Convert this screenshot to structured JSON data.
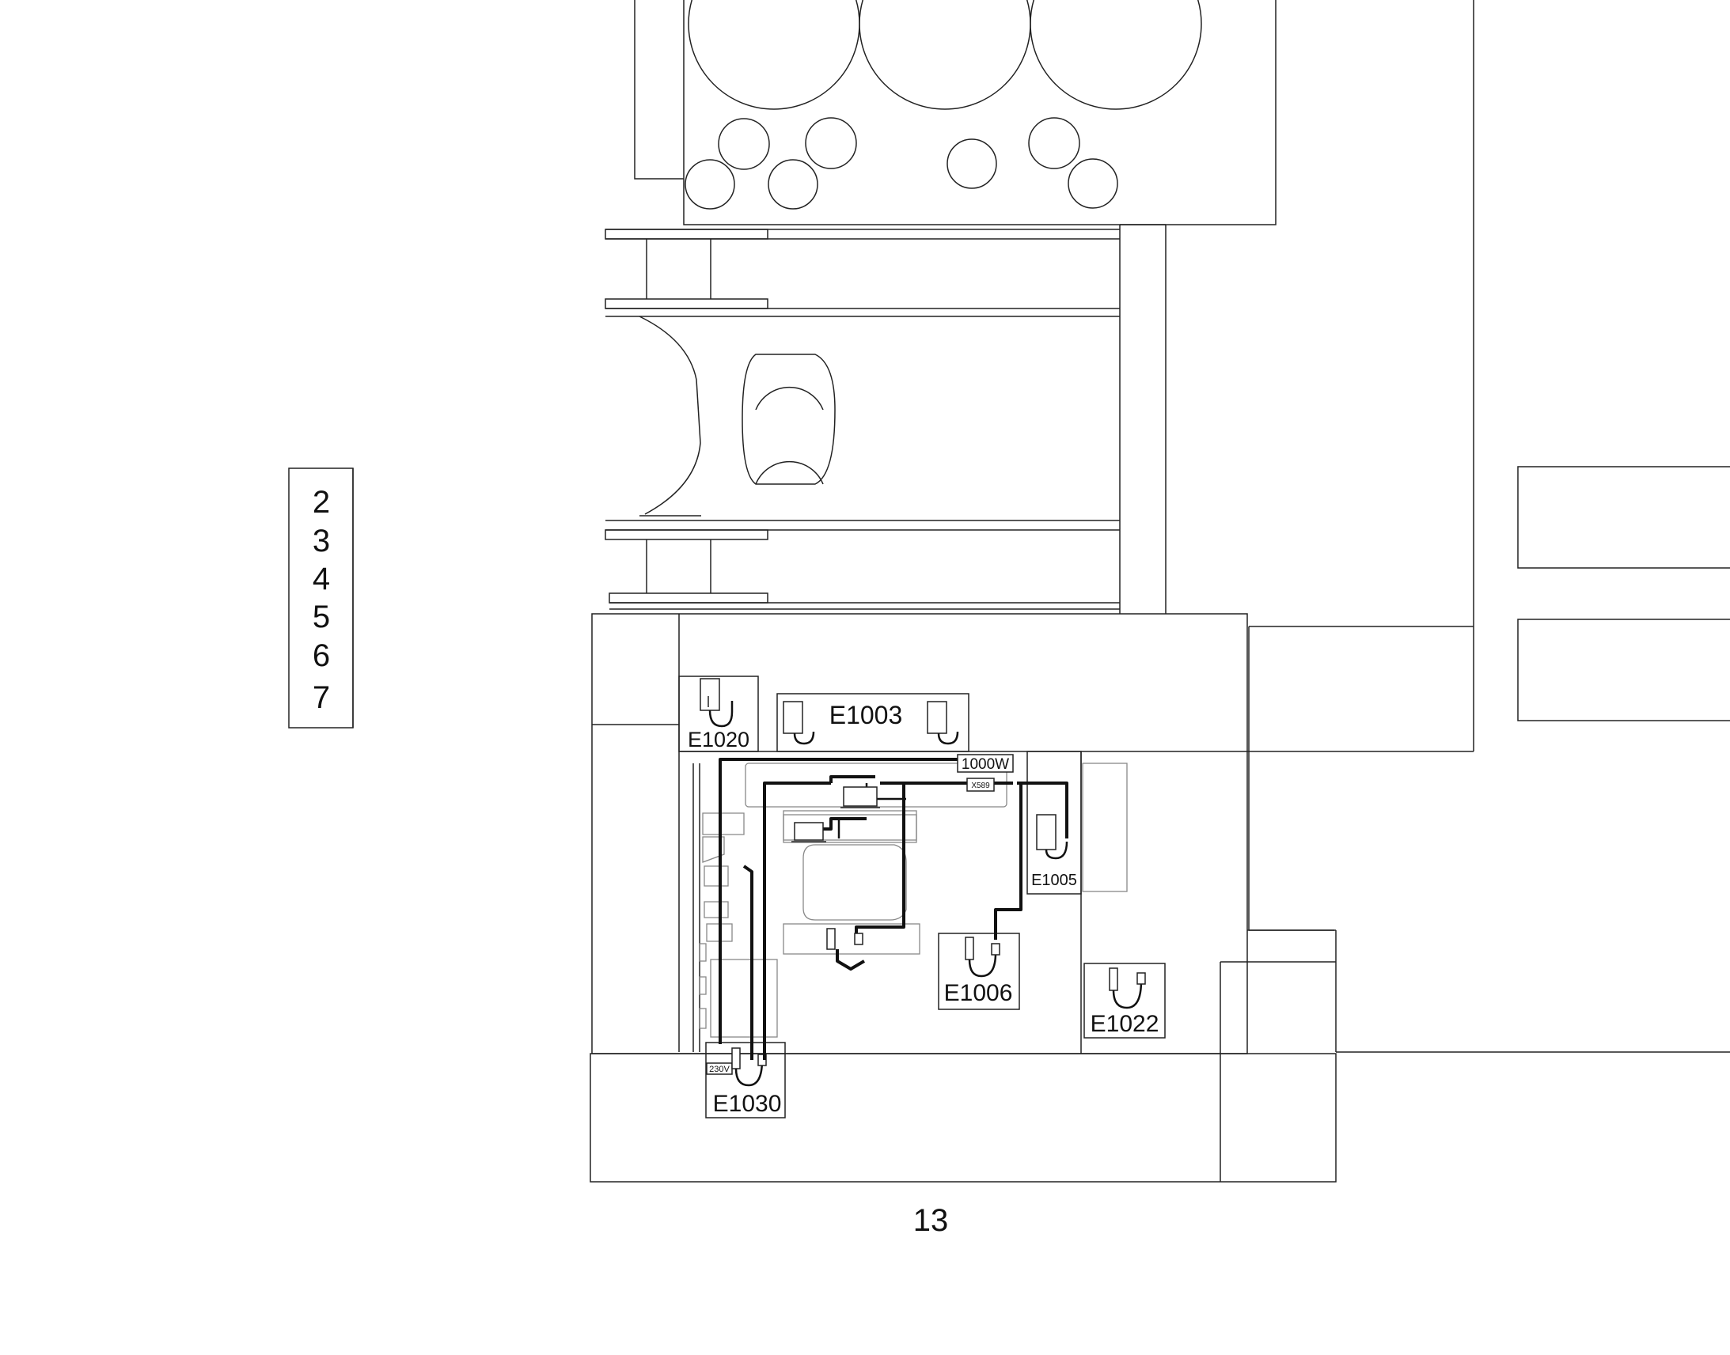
{
  "legend": {
    "numbers": [
      "2",
      "3",
      "4",
      "5",
      "6",
      "7"
    ]
  },
  "labels": {
    "e1003": "E1003",
    "e1020": "E1020",
    "e1005": "E1005",
    "e1006": "E1006",
    "e1022": "E1022",
    "e1030": "E1030",
    "power_1000w": "1000W",
    "x589": "X589",
    "v230": "230V"
  },
  "page_number": "13"
}
